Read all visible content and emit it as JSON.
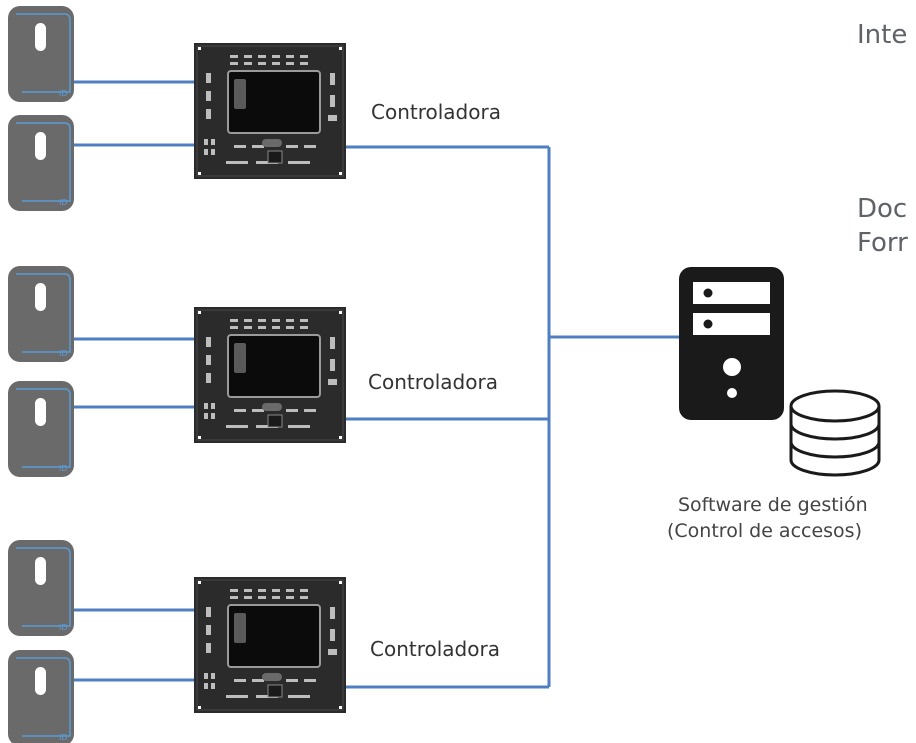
{
  "controllers": [
    {
      "label": "Controladora"
    },
    {
      "label": "Controladora"
    },
    {
      "label": "Controladora"
    }
  ],
  "reader": {
    "badge": "ID"
  },
  "software": {
    "line1": "Software de gestión",
    "line2": "(Control de accesos)"
  },
  "right_text": {
    "line1": "Inte",
    "line2": "Doc",
    "line3": "Forr"
  },
  "colors": {
    "link": "#4f7fc0",
    "reader_body": "#6a6a6a",
    "reader_border": "#5b9bd5",
    "board": "#2b2b2b",
    "server": "#1a1a1a"
  },
  "icons": {
    "reader": "card-reader-icon",
    "controller": "controller-board-icon",
    "server": "server-icon",
    "database": "database-icon"
  }
}
